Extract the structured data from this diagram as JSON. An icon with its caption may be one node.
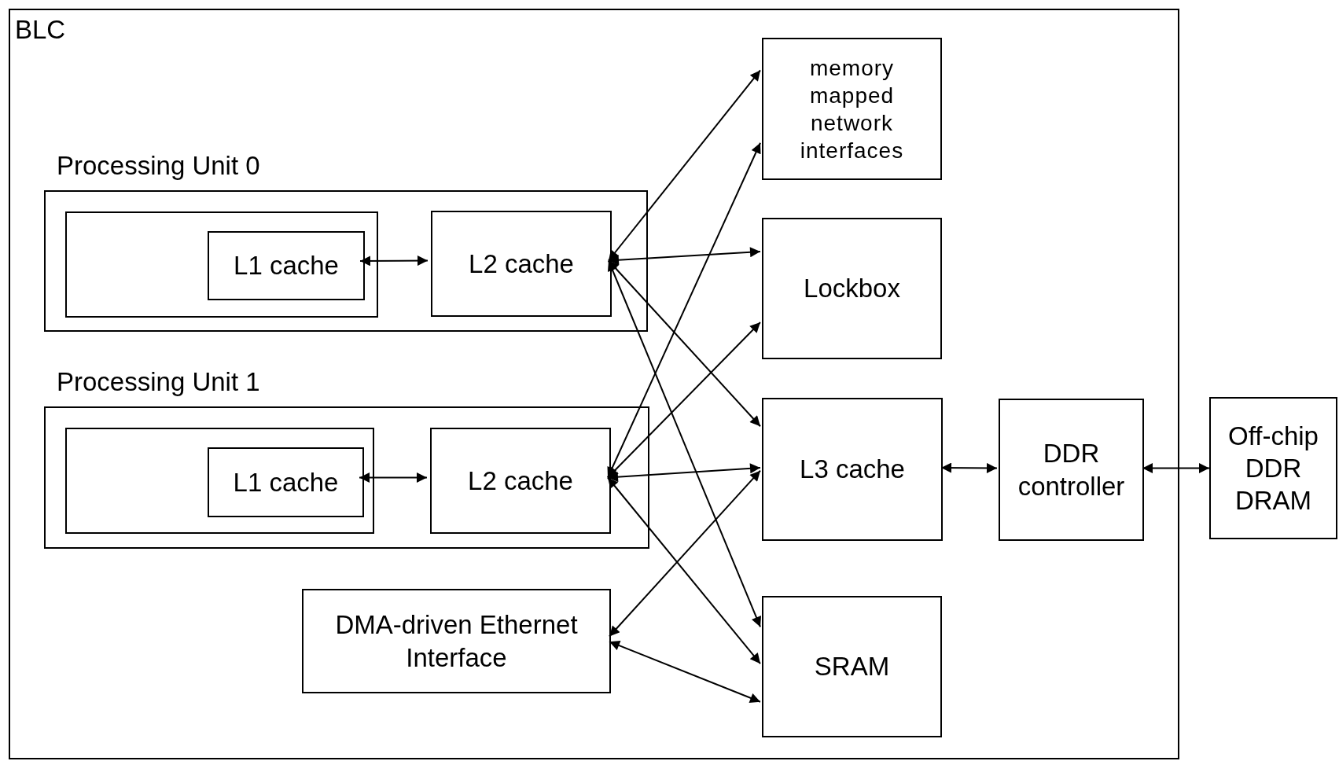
{
  "diagram": {
    "nodes": [
      {
        "text": [
          "BLC"
        ]
      },
      {
        "text": [
          "Processing Unit 0"
        ],
        "in": 0
      },
      {
        "text": [],
        "shape": "box",
        "in": 1
      },
      {
        "text": [
          "L1 cache"
        ],
        "in": 2
      },
      {
        "text": [
          "L2 cache"
        ],
        "in": 1
      },
      {
        "text": [
          "memory mapped network interfaces"
        ],
        "in": 0
      },
      {
        "text": [
          "Lockbox"
        ],
        "in": 0
      },
      {
        "text": [
          "Processing Unit 1"
        ],
        "in": 0
      },
      {
        "text": [],
        "shape": "box",
        "in": 7
      },
      {
        "text": [
          "L1 cache"
        ],
        "in": 8
      },
      {
        "text": [
          "L2 cache"
        ],
        "in": 7
      },
      {
        "text": [
          "L3 cache"
        ],
        "in": 0
      },
      {
        "text": [
          "DDR controller"
        ],
        "in": 0
      },
      {
        "text": [
          "DMA-driven Ethernet Interface"
        ],
        "in": 0
      },
      {
        "text": [
          "SRAM"
        ],
        "in": 0
      },
      {
        "text": [
          "Off-chip DDR DRAM"
        ]
      }
    ],
    "edges": [
      {
        "from": 3,
        "to": 4,
        "arrow": "both"
      },
      {
        "from": 4,
        "to": 5,
        "arrow": "both"
      },
      {
        "from": 4,
        "to": 6,
        "arrow": "both"
      },
      {
        "from": 4,
        "to": 11,
        "arrow": "both"
      },
      {
        "from": 4,
        "to": 14,
        "arrow": "both"
      },
      {
        "from": 9,
        "to": 10,
        "arrow": "both"
      },
      {
        "from": 10,
        "to": 5,
        "arrow": "both"
      },
      {
        "from": 10,
        "to": 6,
        "arrow": "both"
      },
      {
        "from": 10,
        "to": 11,
        "arrow": "both"
      },
      {
        "from": 10,
        "to": 14,
        "arrow": "both"
      },
      {
        "from": 13,
        "to": 11,
        "arrow": "both"
      },
      {
        "from": 13,
        "to": 14,
        "arrow": "both"
      },
      {
        "from": 11,
        "to": 12,
        "arrow": "both"
      },
      {
        "from": 12,
        "to": 15,
        "arrow": "both"
      }
    ]
  }
}
